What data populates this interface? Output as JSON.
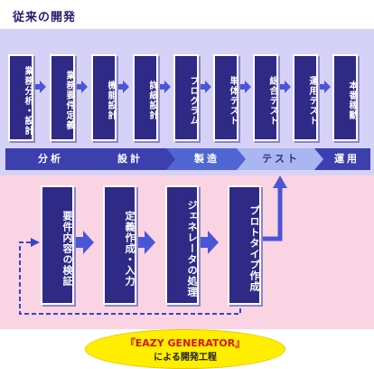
{
  "title": "従来の開発",
  "top_steps": [
    "業務分析・設計",
    "業務要件定義",
    "機能設計",
    "詳細設計",
    "プログラム",
    "単体テスト",
    "総合テスト",
    "運用テスト",
    "本番稼動"
  ],
  "stages": [
    "分析",
    "設計",
    "製造",
    "テスト",
    "運用"
  ],
  "bottom_steps": [
    "要件内容の検証",
    "定義作成・入力",
    "ジェネレータの処理",
    "プロトタイプ作成"
  ],
  "product": {
    "name": "『EAZY GENERATOR』",
    "subtitle": "による開発工程"
  },
  "colors": {
    "box": "#2f2a86",
    "arrow": "#4a56d6",
    "top_background": "#d6d1f7",
    "bottom_background": "#fbd4e4",
    "pill": "#ffee00",
    "product_text": "#d4141c"
  }
}
